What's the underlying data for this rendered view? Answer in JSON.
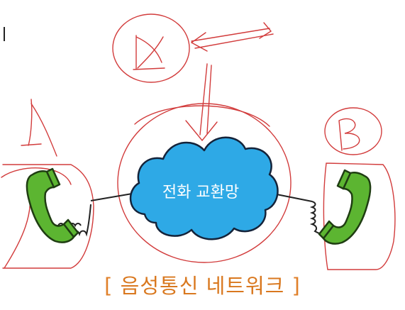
{
  "diagram": {
    "cloud_label": "전화 교환망",
    "annotations": {
      "left_phone_letter": "A",
      "right_phone_letter": "B",
      "top_circle_letter": "X"
    },
    "caption": {
      "open_bracket": "[",
      "text": "음성통신 네트워크",
      "close_bracket": "]"
    },
    "colors": {
      "phone_green": "#5cb531",
      "cloud_blue": "#2ea9e6",
      "ink_red": "#d23c3c",
      "caption_orange": "#d9781f"
    },
    "icons": [
      "phone-handset-icon",
      "phone-handset-icon",
      "cloud-icon",
      "coiled-cord-icon"
    ]
  }
}
